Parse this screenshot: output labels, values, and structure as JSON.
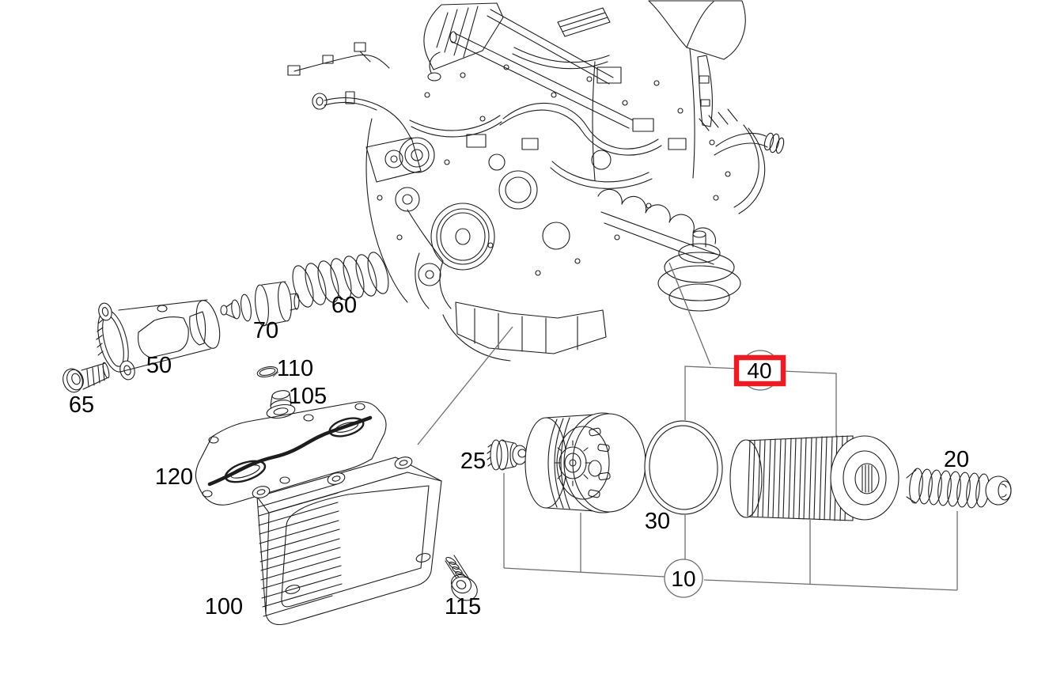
{
  "diagram": {
    "kind": "engine-oil-filter-exploded-parts-diagram",
    "background": "#ffffff",
    "colors": {
      "artwork_line": "#1d1d1d",
      "callout_line": "#6e6e6e",
      "label_text": "#000000",
      "highlight_box": "#ed1c24"
    },
    "highlighted_callout": "40",
    "callouts": {
      "n10": "10",
      "n20": "20",
      "n25": "25",
      "n30": "30",
      "n40": "40",
      "n50": "50",
      "n60": "60",
      "n65": "65",
      "n70": "70",
      "n100": "100",
      "n105": "105",
      "n110": "110",
      "n115": "115",
      "n120": "120"
    }
  }
}
